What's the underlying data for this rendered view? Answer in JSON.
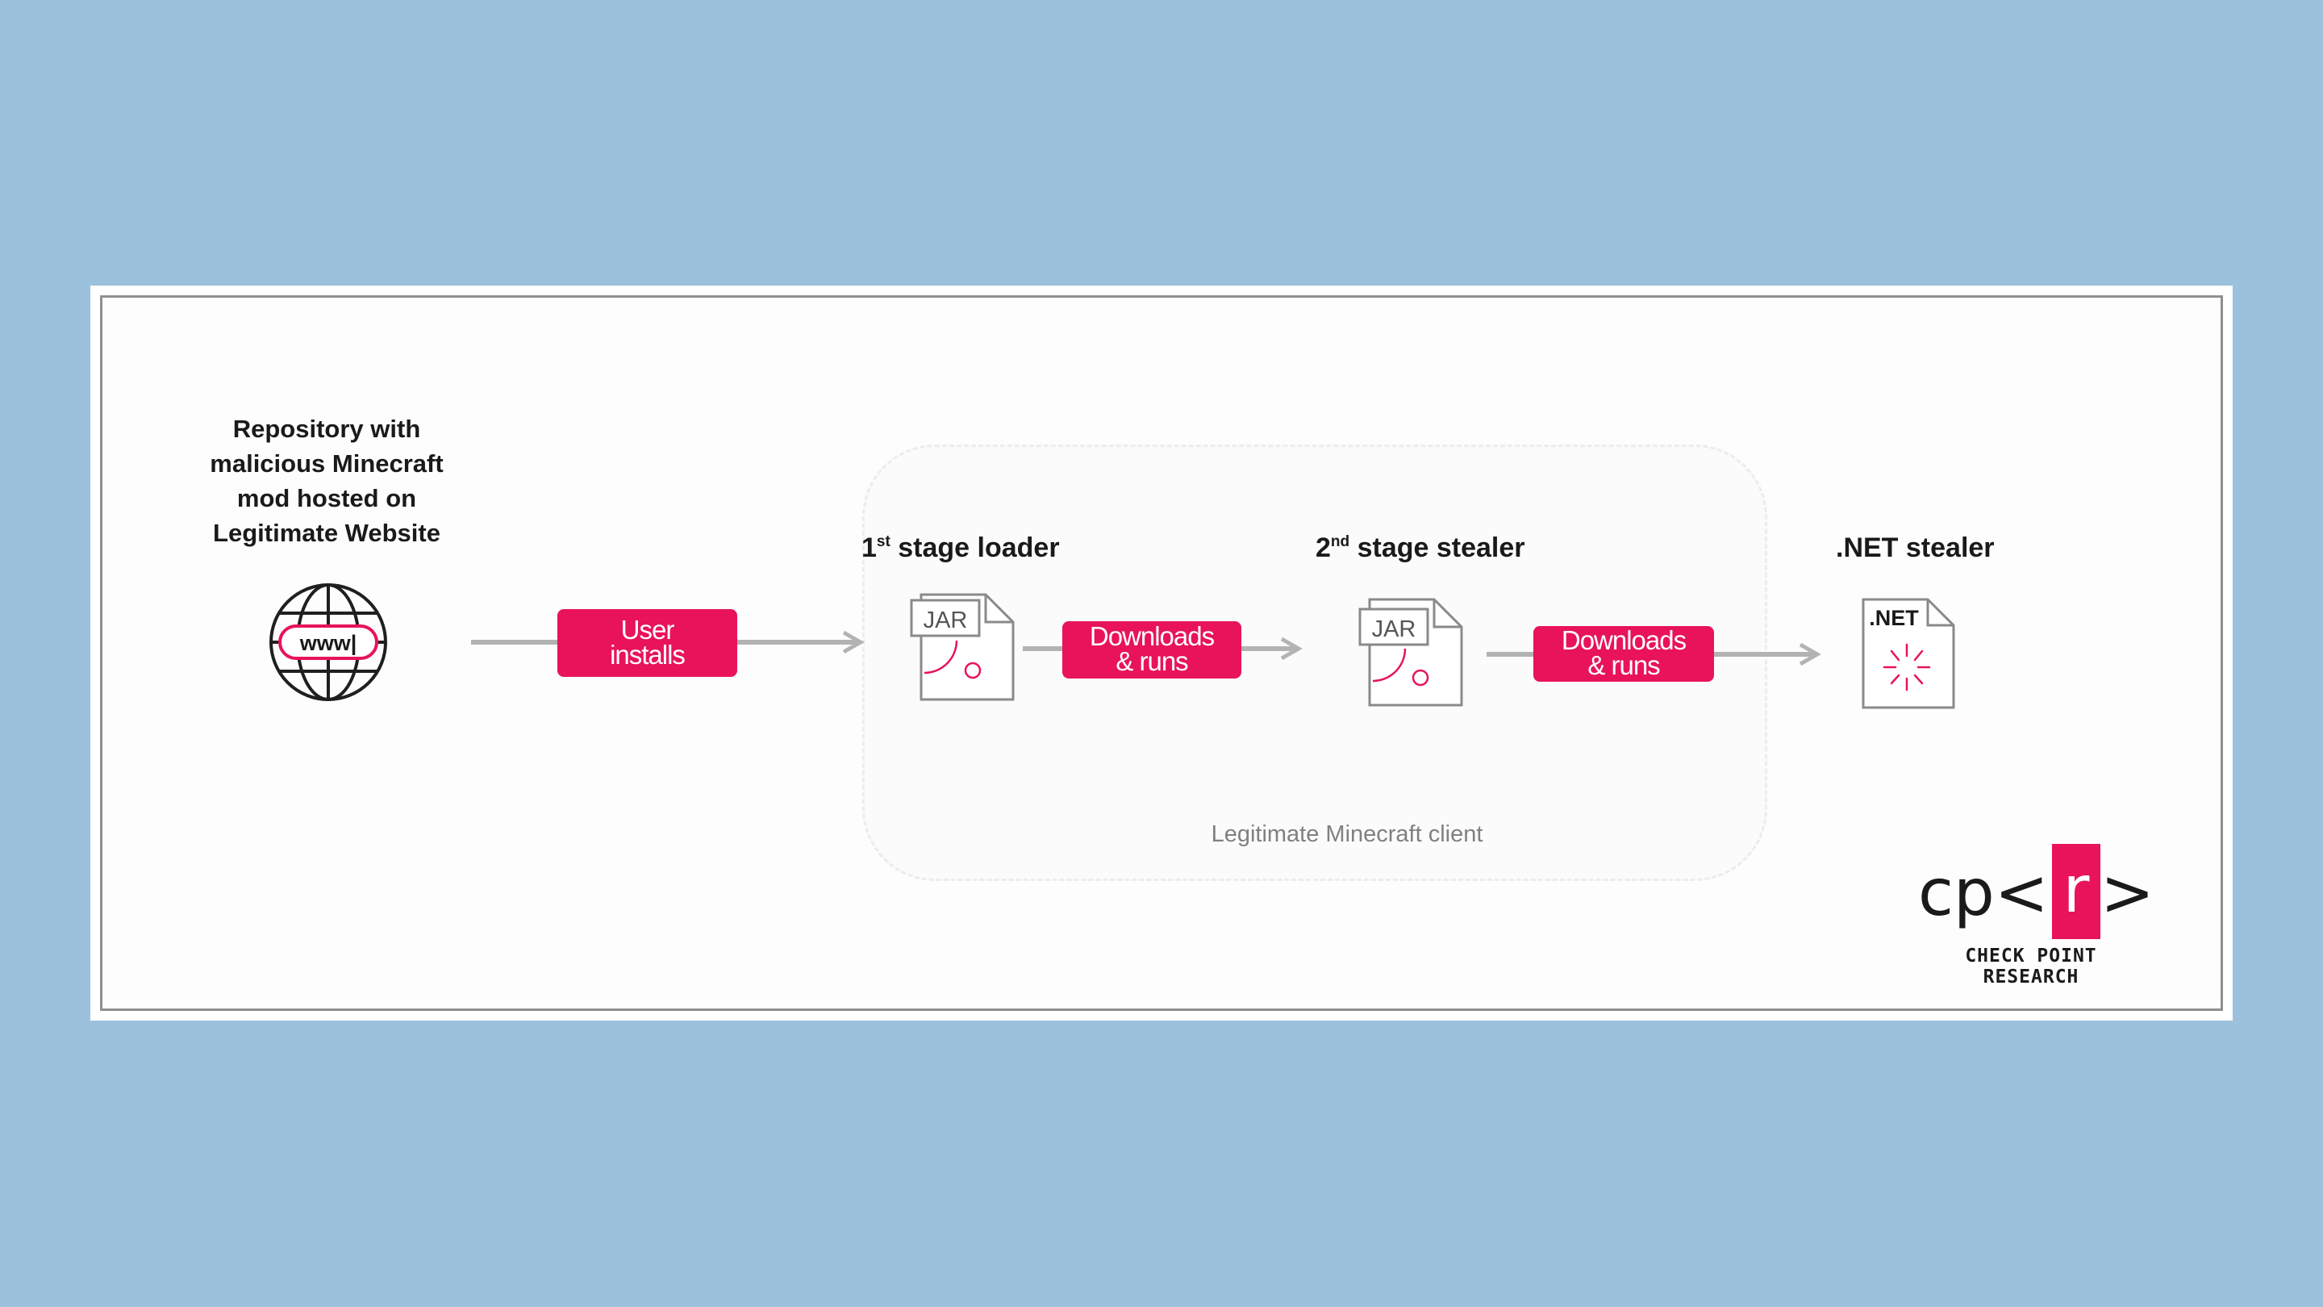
{
  "diagram": {
    "repo_label_lines": [
      "Repository with",
      "malicious Minecraft",
      "mod hosted on",
      "Legitimate Website"
    ],
    "www_text": "www|",
    "stage1": {
      "num": "1",
      "sup": "st",
      "text": " stage loader",
      "file_text": "JAR"
    },
    "stage2": {
      "num": "2",
      "sup": "nd",
      "text": " stage stealer",
      "file_text": "JAR"
    },
    "stage3": {
      "text": ".NET stealer",
      "file_text": ".NET"
    },
    "edge_user": [
      "User",
      "installs"
    ],
    "edge_downloads": [
      "Downloads",
      "& runs"
    ],
    "client_label": "Legitimate Minecraft client",
    "colors": {
      "accent": "#e8135a",
      "arrow": "#b3b3b3",
      "background": "#9bc1dc"
    }
  },
  "logo": {
    "text_a": "cp<",
    "text_b": "r",
    "text_c": ">",
    "subtitle": "CHECK POINT RESEARCH"
  }
}
